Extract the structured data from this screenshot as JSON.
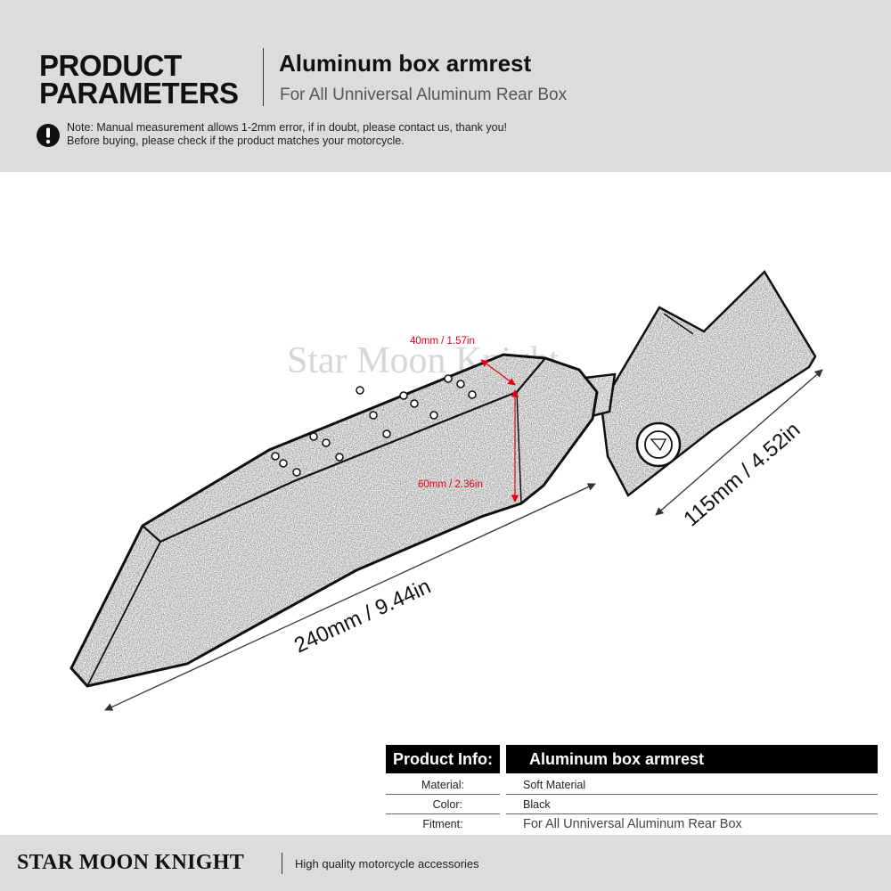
{
  "header": {
    "brand_line1": "PRODUCT",
    "brand_line2": "PARAMETERS",
    "title": "Aluminum box armrest",
    "subtitle": "For All  Unniversal Aluminum Rear Box",
    "note_line1": "Note: Manual measurement allows 1-2mm error, if in doubt, please contact us, thank you!",
    "note_line2": "Before buying, please check if the product matches your motorcycle.",
    "note_icon": "exclamation-circle-icon"
  },
  "drawing": {
    "watermark": "Star Moon Knight",
    "dim_length": "240mm / 9.44in",
    "dim_width": "115mm / 4.52in",
    "dim_top": "40mm / 1.57in",
    "dim_height": "60mm / 2.36in",
    "accent_color": "#e60012",
    "dimension_line_color": "#333333"
  },
  "spec_table": {
    "header_label": "Product Info:",
    "header_value": "Aluminum box armrest",
    "rows": [
      {
        "label": "Material:",
        "value": "Soft Material"
      },
      {
        "label": "Color:",
        "value": "Black"
      },
      {
        "label": "Fitment:",
        "value": "For All  Unniversal Aluminum Rear Box"
      }
    ]
  },
  "footer": {
    "brand": "STAR MOON KNIGHT",
    "tagline": "High quality motorcycle accessories"
  }
}
